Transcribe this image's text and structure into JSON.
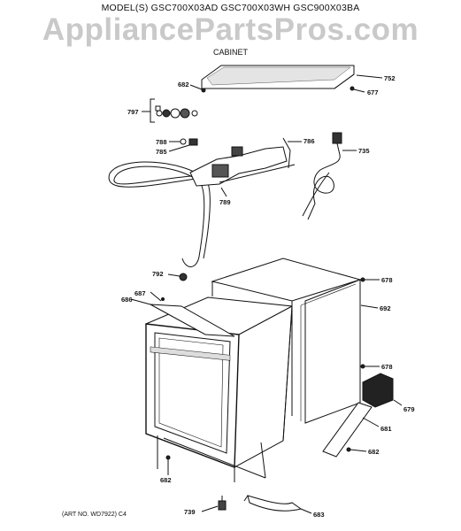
{
  "header": {
    "models": "MODEL(S) GSC700X03AD  GSC700X03WH  GSC900X03BA",
    "watermark": "AppliancePartsPros.com",
    "section": "CABINET"
  },
  "footer": {
    "art_no": "(ART NO. WD7922) C4"
  },
  "part_labels": {
    "p752": "752",
    "p682_top": "682",
    "p677": "677",
    "p797": "797",
    "p788": "788",
    "p785": "785",
    "p786": "786",
    "p735": "735",
    "p789": "789",
    "p792": "792",
    "p678_top": "678",
    "p687": "687",
    "p686": "686",
    "p692": "692",
    "p678_mid": "678",
    "p679": "679",
    "p681": "681",
    "p682_right": "682",
    "p682_bottom": "682",
    "p739": "739",
    "p683": "683"
  }
}
